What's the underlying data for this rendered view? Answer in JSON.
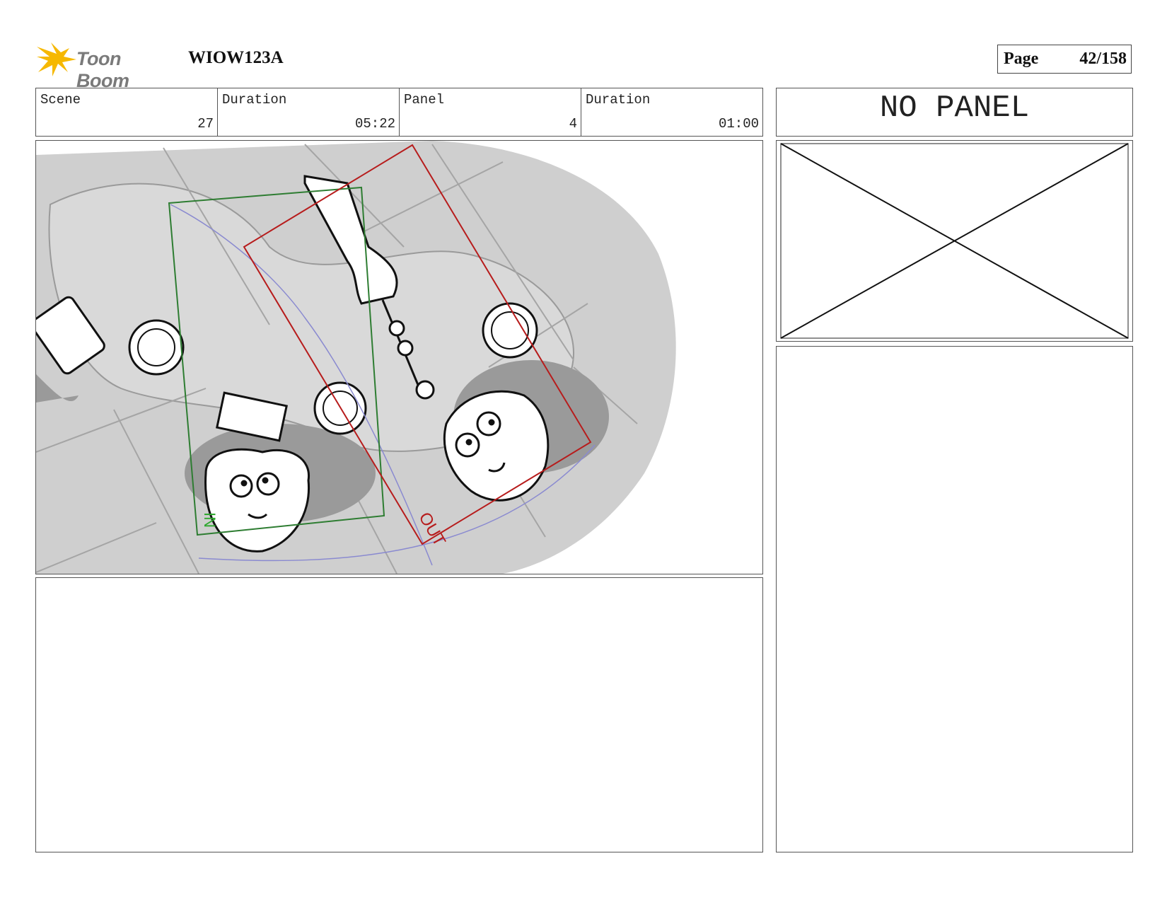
{
  "header": {
    "logo_text": "Toon Boom",
    "project_code": "WIOW123A",
    "page_label": "Page",
    "page_number": "42/158"
  },
  "fields": [
    {
      "label": "Scene",
      "value": "27"
    },
    {
      "label": "Duration",
      "value": "05:22"
    },
    {
      "label": "Panel",
      "value": "4"
    },
    {
      "label": "Duration",
      "value": "01:00"
    }
  ],
  "side": {
    "no_panel_text": "NO PANEL"
  },
  "frame_labels": {
    "in": "IN",
    "out": "OUT"
  },
  "colors": {
    "logo_star": "#f6b800",
    "in_frame": "#2e7d32",
    "out_frame": "#b71c1c",
    "camera_path": "#8a8ad0",
    "table_gray": "#cfcfcf",
    "dark_gray": "#9a9a9a"
  }
}
